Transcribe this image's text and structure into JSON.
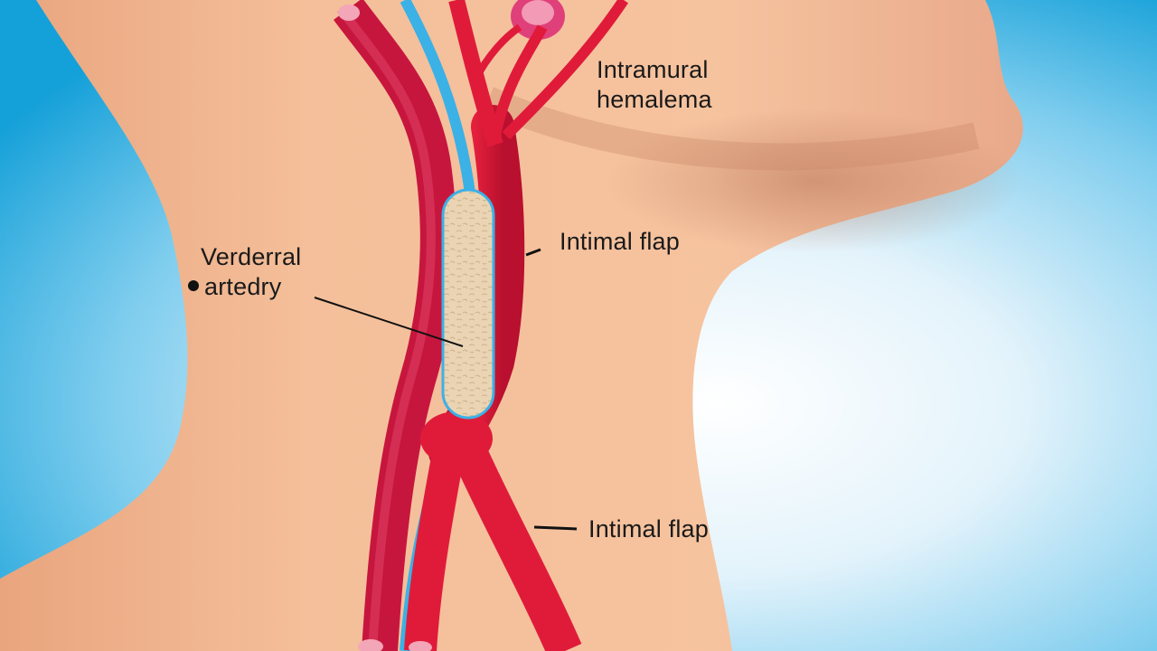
{
  "labels": {
    "intramural_hematoma": {
      "line1": "Intramural",
      "line2": "hemalema"
    },
    "vertebral_artery": {
      "line1": "Verderral",
      "line2": "artedry"
    },
    "intimal_flap_upper": "Intimal flap",
    "intimal_flap_lower": "Intimal flap"
  },
  "colors": {
    "background_blue": "#1aa3d9",
    "skin": "#f0b48e",
    "artery_red": "#e01b3a",
    "dark_red_vessel": "#c7163e",
    "vein_blue": "#3bb1e6",
    "hematoma_beige": "#ead4b3"
  }
}
